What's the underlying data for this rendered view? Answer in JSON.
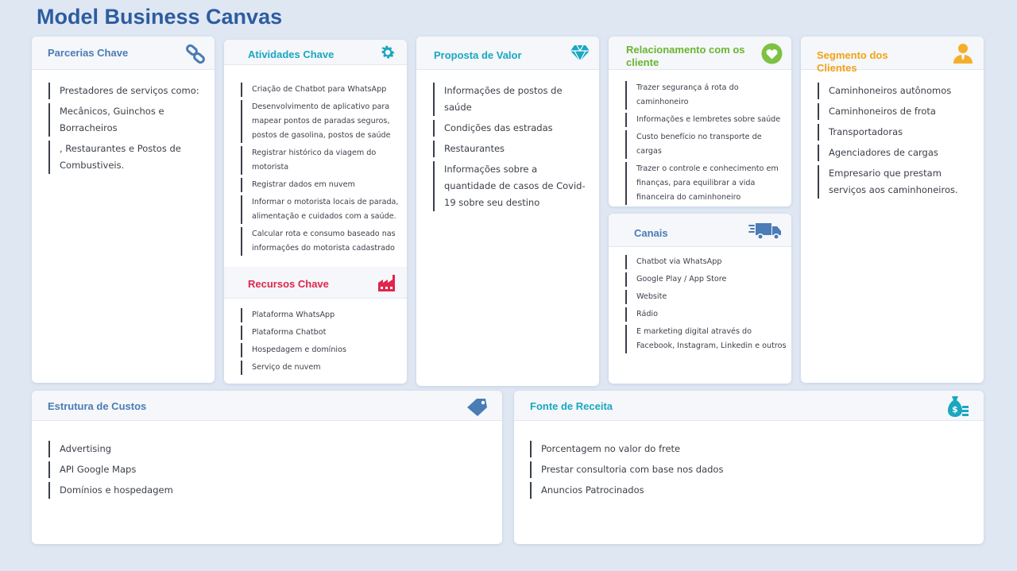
{
  "title": "Model Business Canvas",
  "parcerias": {
    "title": "Parcerias Chave",
    "items": [
      "Prestadores de serviços como:",
      "Mecânicos, Guinchos e Borracheiros",
      ", Restaurantes e Postos de Combustiveis."
    ]
  },
  "atividades": {
    "title": "Atividades Chave",
    "items": [
      "Criação de Chatbot para WhatsApp",
      "Desenvolvimento de aplicativo para mapear pontos de paradas seguros, postos de gasolina, postos de saúde",
      "Registrar histórico da viagem do motorista",
      "Registrar dados em nuvem",
      "Informar o motorista locais de parada, alimentação e cuidados com a saúde.",
      "Calcular rota e consumo baseado nas informações do motorista cadastrado"
    ]
  },
  "recursos": {
    "title": "Recursos Chave",
    "items": [
      "Plataforma WhatsApp",
      "Plataforma Chatbot",
      "Hospedagem e domínios",
      "Serviço de nuvem"
    ]
  },
  "proposta": {
    "title": "Proposta de Valor",
    "items": [
      "Informações de postos de saúde",
      "Condições das estradas",
      "Restaurantes",
      "Informações sobre a quantidade de casos de Covid-19 sobre seu destino"
    ]
  },
  "relacionamento": {
    "title": "Relacionamento com os cliente",
    "items": [
      "Trazer segurança á rota do caminhoneiro",
      "Informações e lembretes sobre saúde",
      "Custo benefício no transporte de cargas",
      "Trazer o controle e conhecimento em finanças, para equilibrar a vida financeira do caminhoneiro"
    ]
  },
  "canais": {
    "title": "Canais",
    "items": [
      "Chatbot via WhatsApp",
      "Google Play / App Store",
      "Website",
      "Rádio",
      "E marketing digital através do Facebook, Instagram, Linkedin e outros"
    ]
  },
  "segmento": {
    "title": "Segmento dos Clientes",
    "items": [
      "Caminhoneiros autônomos",
      "Caminhoneiros de frota",
      "Transportadoras",
      "Agenciadores de cargas",
      "Empresario que prestam serviços aos caminhoneiros."
    ]
  },
  "custos": {
    "title": "Estrutura  de Custos",
    "items": [
      "Advertising",
      "API Google Maps",
      "Domínios e hospedagem"
    ]
  },
  "receita": {
    "title": "Fonte de Receita",
    "items": [
      "Porcentagem no valor do frete",
      "Prestar consultoria com base nos dados",
      "Anuncios Patrocinados"
    ]
  },
  "icons": {
    "parcerias": "link-icon",
    "atividades": "gear-icon",
    "recursos": "factory-icon",
    "proposta": "diamond-icon",
    "relacionamento": "heart-icon",
    "canais": "truck-icon",
    "segmento": "person-icon",
    "custos": "price-tag-icon",
    "receita": "money-bag-icon"
  },
  "colors": {
    "blue": "#4a7cb5",
    "teal": "#1aa7c0",
    "green": "#6ab42f",
    "orange": "#f2a316",
    "red": "#e0264c",
    "title": "#2d5c9f"
  }
}
